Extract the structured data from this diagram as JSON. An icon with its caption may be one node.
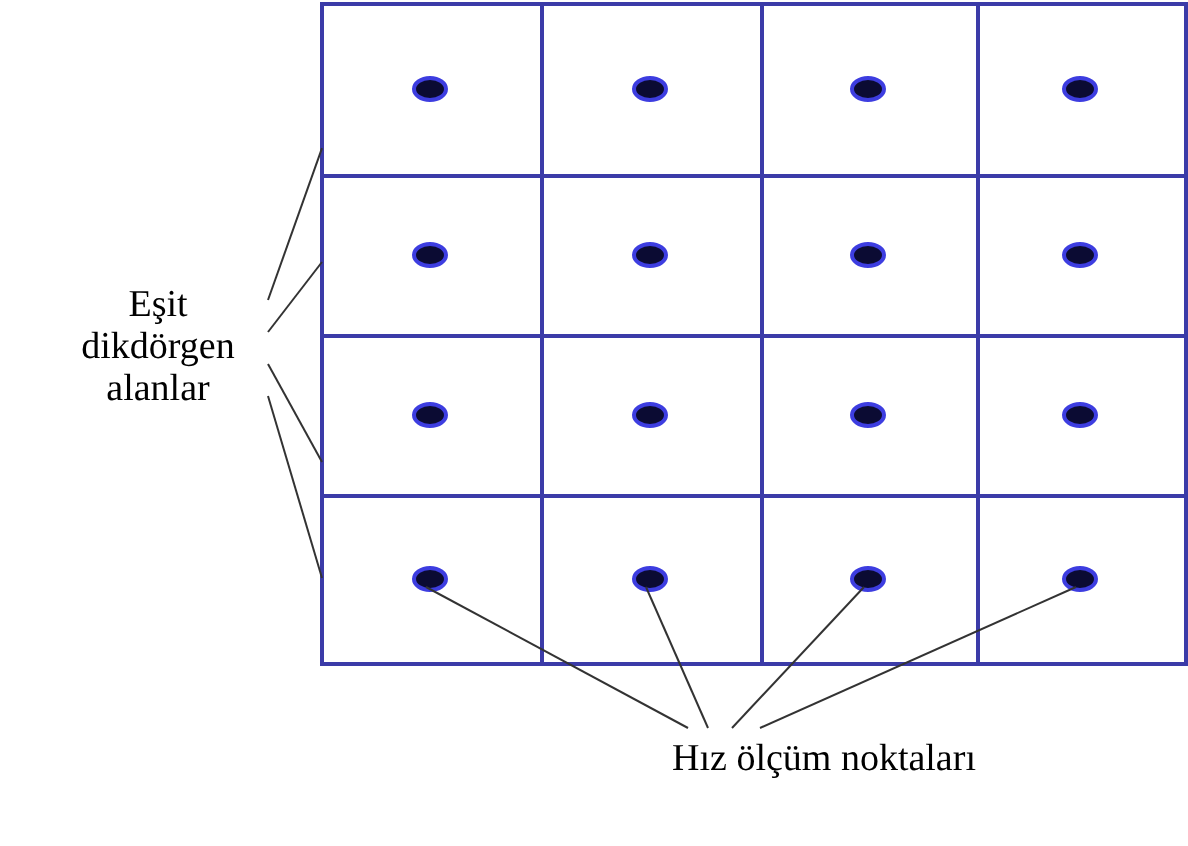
{
  "diagram": {
    "nodes": [
      {
        "text": [
          "Eşit dikdörgen alanlar"
        ]
      },
      {
        "text": [],
        "shape": "box"
      },
      {
        "text": [],
        "shape": "box"
      },
      {
        "text": [],
        "shape": "box"
      },
      {
        "text": [],
        "shape": "box"
      },
      {
        "text": [],
        "shape": "box"
      },
      {
        "text": [],
        "shape": "box"
      },
      {
        "text": [],
        "shape": "box"
      },
      {
        "text": [],
        "shape": "box"
      },
      {
        "text": [],
        "shape": "box"
      },
      {
        "text": [],
        "shape": "box"
      },
      {
        "text": [],
        "shape": "box"
      },
      {
        "text": [],
        "shape": "box"
      },
      {
        "text": [],
        "shape": "box"
      },
      {
        "text": [],
        "shape": "box"
      },
      {
        "text": [],
        "shape": "box"
      },
      {
        "text": [],
        "shape": "box"
      },
      {
        "text": [],
        "shape": "circle",
        "in": 1
      },
      {
        "text": [],
        "shape": "circle",
        "in": 2
      },
      {
        "text": [],
        "shape": "circle",
        "in": 3
      },
      {
        "text": [],
        "shape": "circle",
        "in": 4
      },
      {
        "text": [],
        "shape": "circle",
        "in": 5
      },
      {
        "text": [],
        "shape": "circle",
        "in": 6
      },
      {
        "text": [],
        "shape": "circle",
        "in": 7
      },
      {
        "text": [],
        "shape": "circle",
        "in": 8
      },
      {
        "text": [],
        "shape": "circle",
        "in": 9
      },
      {
        "text": [],
        "shape": "circle",
        "in": 10
      },
      {
        "text": [],
        "shape": "circle",
        "in": 11
      },
      {
        "text": [],
        "shape": "circle",
        "in": 12
      },
      {
        "text": [],
        "shape": "circle",
        "in": 13
      },
      {
        "text": [],
        "shape": "circle",
        "in": 14
      },
      {
        "text": [],
        "shape": "circle",
        "in": 15
      },
      {
        "text": [],
        "shape": "circle",
        "in": 16
      },
      {
        "text": [
          "Hız ölçüm noktaları"
        ]
      }
    ],
    "edges": [
      {
        "from": 0,
        "to": 1,
        "arrow": "none"
      },
      {
        "from": 0,
        "to": 5,
        "arrow": "none"
      },
      {
        "from": 0,
        "to": 9,
        "arrow": "none"
      },
      {
        "from": 0,
        "to": 13,
        "arrow": "none"
      },
      {
        "from": 33,
        "to": 29,
        "arrow": "none"
      },
      {
        "from": 33,
        "to": 30,
        "arrow": "none"
      },
      {
        "from": 33,
        "to": 31,
        "arrow": "none"
      },
      {
        "from": 33,
        "to": 32,
        "arrow": "none"
      }
    ]
  }
}
